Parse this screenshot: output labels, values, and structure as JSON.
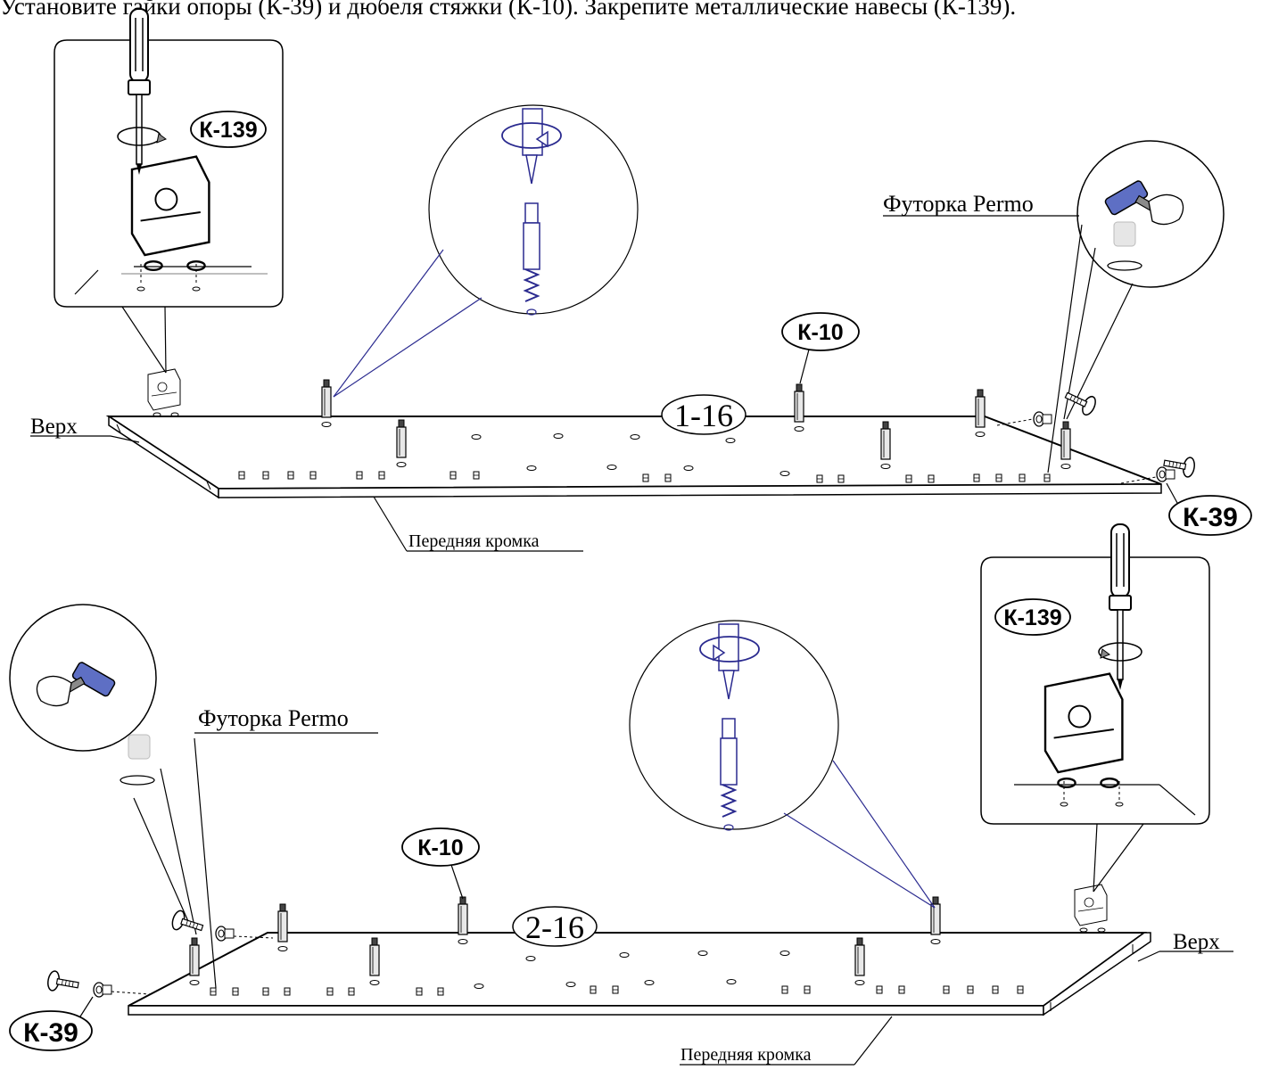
{
  "header": {
    "instruction": "Установите гайки опоры (К-39) и дюбеля стяжки (К-10). Закрепите металлические навесы (К-139)."
  },
  "panel_top": {
    "part_label": "1-16",
    "top_label": "Верх",
    "front_edge_label": "Передняя кромка",
    "hinge_part": "К-139",
    "dowel_part": "К-10",
    "nut_part": "К-39",
    "insert_label": "Футорка Permo"
  },
  "panel_bottom": {
    "part_label": "2-16",
    "top_label": "Верх",
    "front_edge_label": "Передняя кромка",
    "hinge_part": "К-139",
    "dowel_part": "К-10",
    "nut_part": "К-39",
    "insert_label": "Футорка Permo"
  },
  "colors": {
    "ink": "#000000",
    "callout_blue": "#2a2a8f",
    "hardware_blue": "#3a3a9a"
  }
}
